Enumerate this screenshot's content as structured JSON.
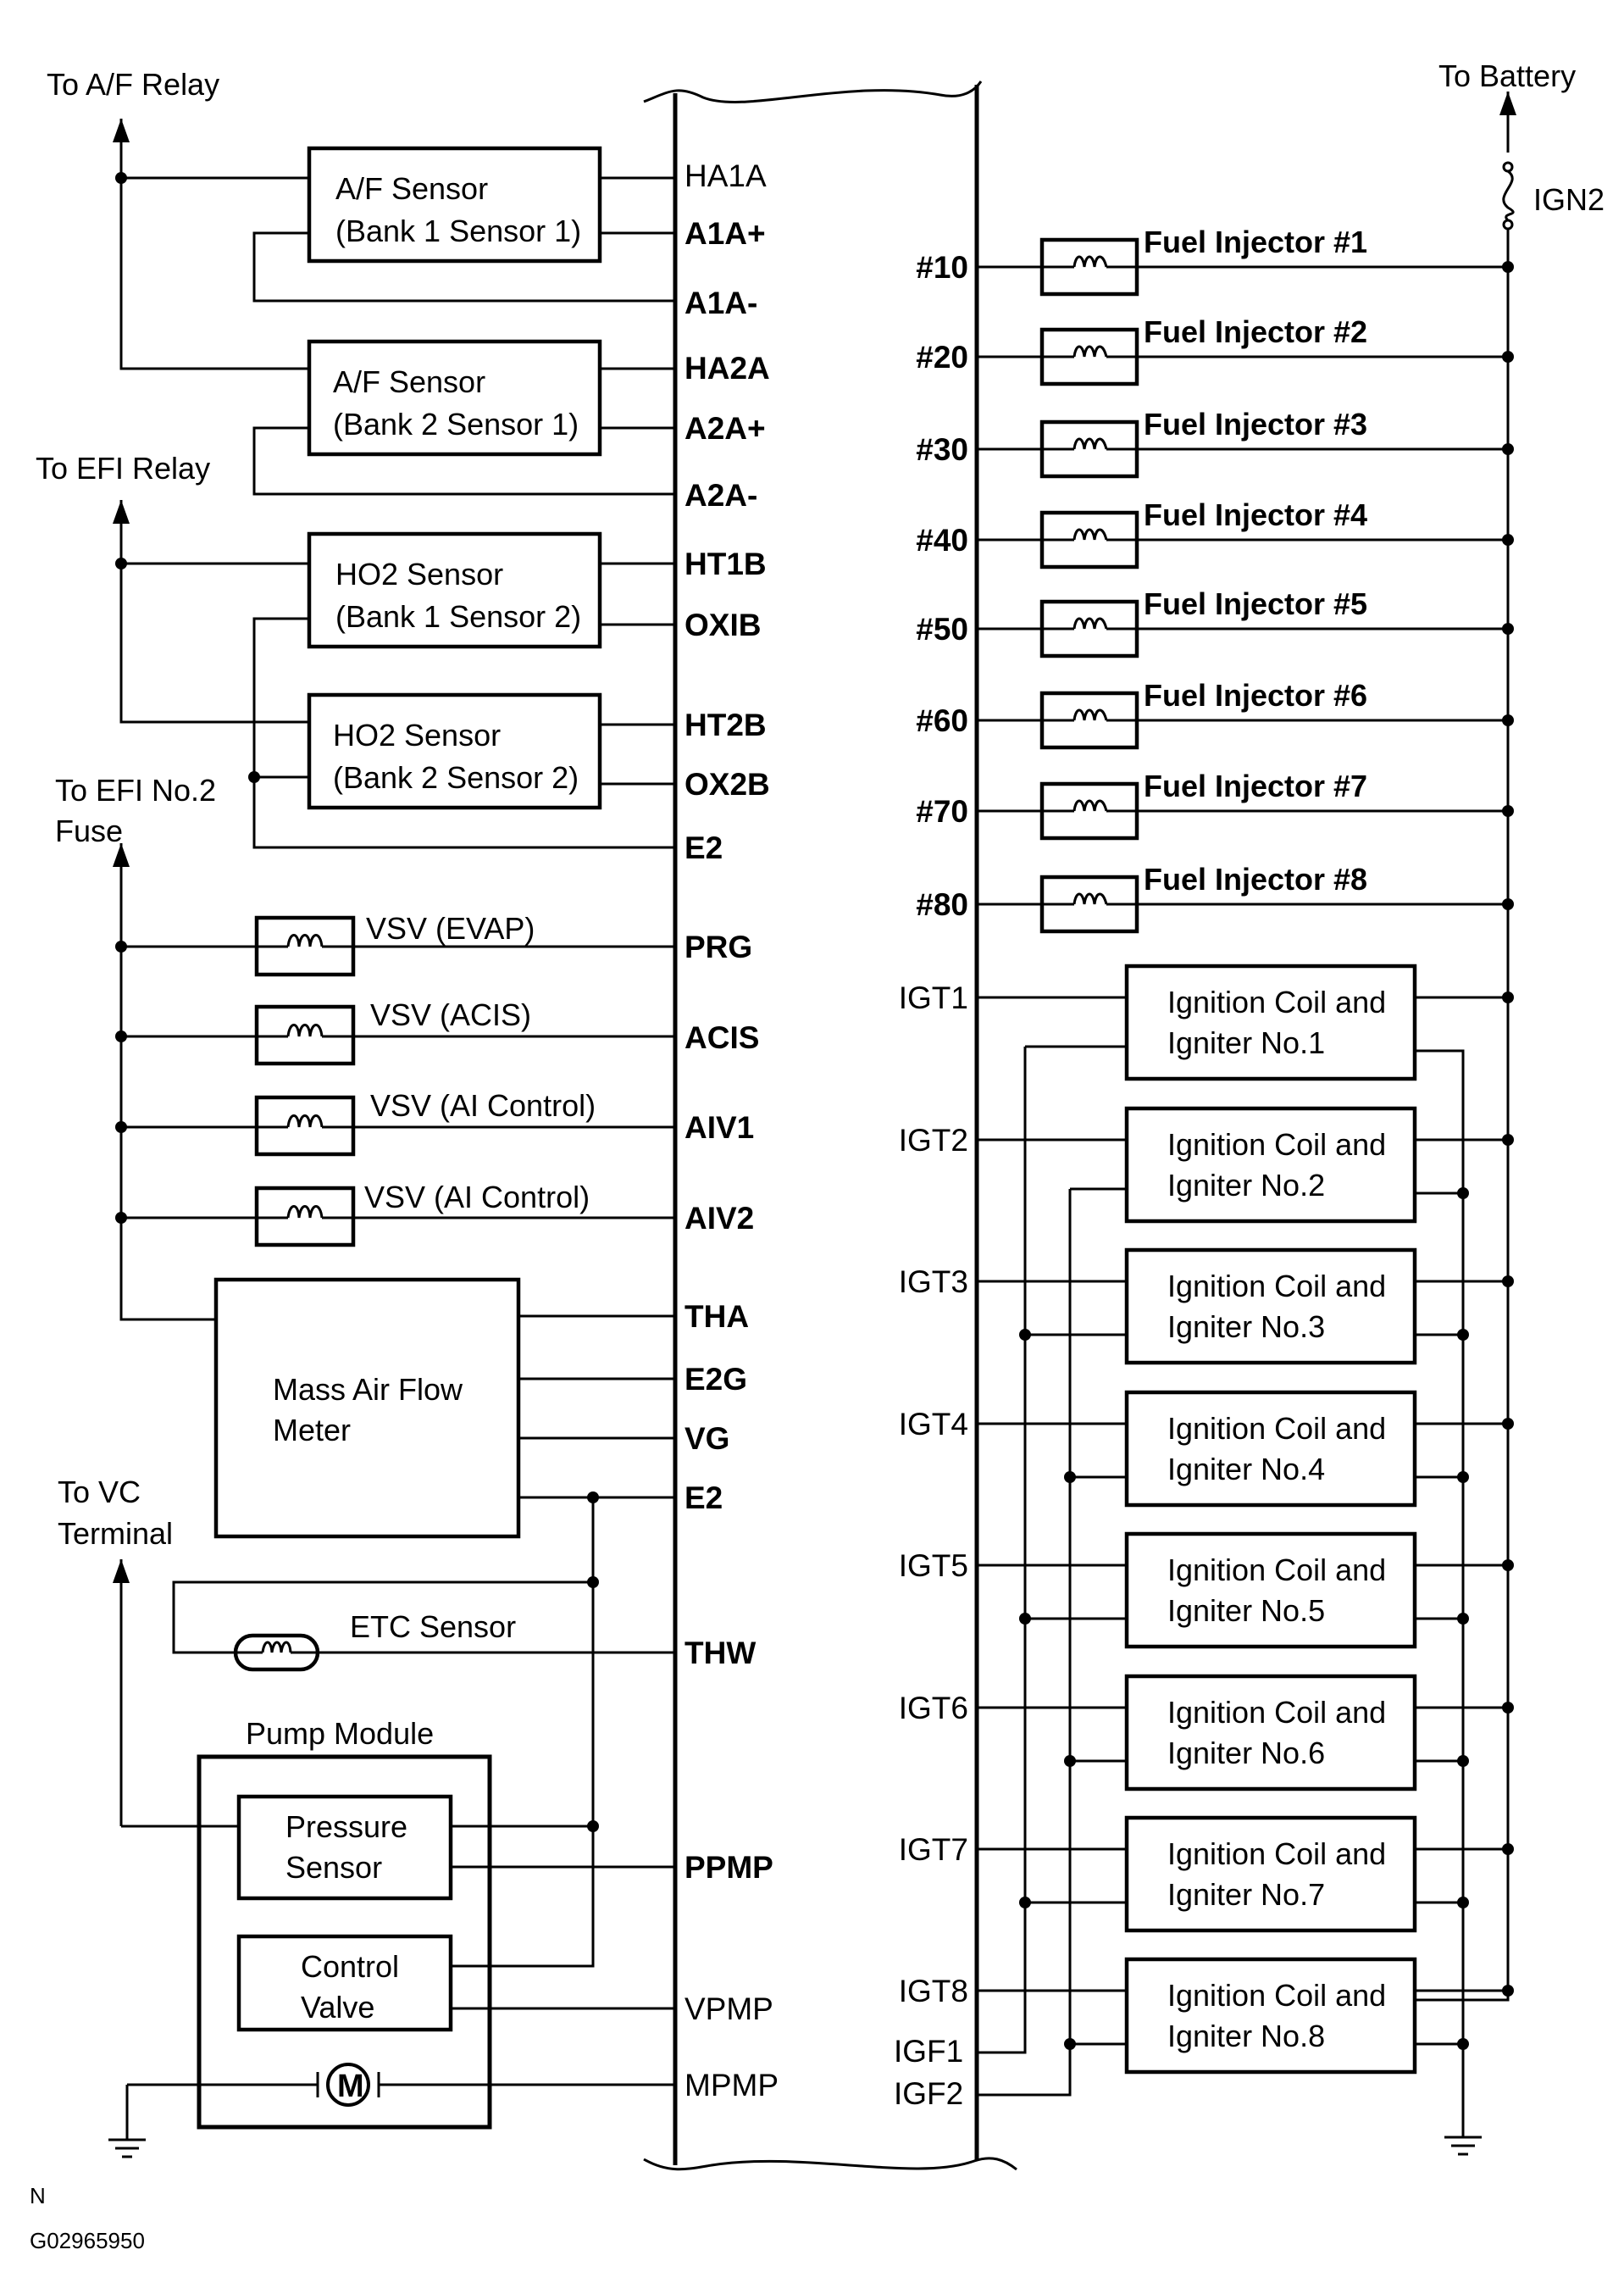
{
  "external": {
    "to_af_relay": "To A/F Relay",
    "to_battery": "To Battery",
    "ign2": "IGN2",
    "to_efi_relay": "To EFI Relay",
    "to_efi_no2_fuse_line1": "To EFI No.2",
    "to_efi_no2_fuse_line2": "Fuse",
    "to_vc_terminal_line1": "To VC",
    "to_vc_terminal_line2": "Terminal"
  },
  "components": {
    "af_sensor_b1s1": [
      "A/F Sensor",
      "(Bank 1 Sensor 1)"
    ],
    "af_sensor_b2s1": [
      "A/F Sensor",
      "(Bank 2 Sensor 1)"
    ],
    "ho2_sensor_b1s2": [
      "HO2 Sensor",
      "(Bank 1 Sensor 2)"
    ],
    "ho2_sensor_b2s2": [
      "HO2 Sensor",
      "(Bank 2 Sensor 2)"
    ],
    "vsv_evap": "VSV (EVAP)",
    "vsv_acis": "VSV (ACIS)",
    "vsv_ai_control_1": "VSV (AI Control)",
    "vsv_ai_control_2": "VSV (AI Control)",
    "maf_meter": [
      "Mass Air Flow",
      "Meter"
    ],
    "etc_sensor": "ETC Sensor",
    "pump_module": "Pump Module",
    "pressure_sensor": [
      "Pressure",
      "Sensor"
    ],
    "control_valve": [
      "Control",
      "Valve"
    ],
    "motor_symbol": "M"
  },
  "left_pins": [
    "HA1A",
    "A1A+",
    "A1A-",
    "HA2A",
    "A2A+",
    "A2A-",
    "HT1B",
    "OXIB",
    "HT2B",
    "OX2B",
    "E2",
    "PRG",
    "ACIS",
    "AIV1",
    "AIV2",
    "THA",
    "E2G",
    "VG",
    "E2",
    "THW",
    "PPMP",
    "VPMP",
    "MPMP"
  ],
  "injectors": [
    {
      "pin": "#10",
      "label": "Fuel Injector #1"
    },
    {
      "pin": "#20",
      "label": "Fuel Injector #2"
    },
    {
      "pin": "#30",
      "label": "Fuel Injector #3"
    },
    {
      "pin": "#40",
      "label": "Fuel Injector #4"
    },
    {
      "pin": "#50",
      "label": "Fuel Injector #5"
    },
    {
      "pin": "#60",
      "label": "Fuel Injector #6"
    },
    {
      "pin": "#70",
      "label": "Fuel Injector #7"
    },
    {
      "pin": "#80",
      "label": "Fuel Injector #8"
    }
  ],
  "ignition_coils": [
    {
      "pin": "IGT1",
      "label": [
        "Ignition Coil and",
        "Igniter No.1"
      ]
    },
    {
      "pin": "IGT2",
      "label": [
        "Ignition Coil and",
        "Igniter No.2"
      ]
    },
    {
      "pin": "IGT3",
      "label": [
        "Ignition Coil and",
        "Igniter No.3"
      ]
    },
    {
      "pin": "IGT4",
      "label": [
        "Ignition Coil and",
        "Igniter No.4"
      ]
    },
    {
      "pin": "IGT5",
      "label": [
        "Ignition Coil and",
        "Igniter No.5"
      ]
    },
    {
      "pin": "IGT6",
      "label": [
        "Ignition Coil and",
        "Igniter No.6"
      ]
    },
    {
      "pin": "IGT7",
      "label": [
        "Ignition Coil and",
        "Igniter No.7"
      ]
    },
    {
      "pin": "IGT8",
      "label": [
        "Ignition Coil and",
        "Igniter No.8"
      ]
    }
  ],
  "igf_pins": [
    "IGF1",
    "IGF2"
  ],
  "footer": {
    "code1": "N",
    "code2": "G02965950"
  }
}
